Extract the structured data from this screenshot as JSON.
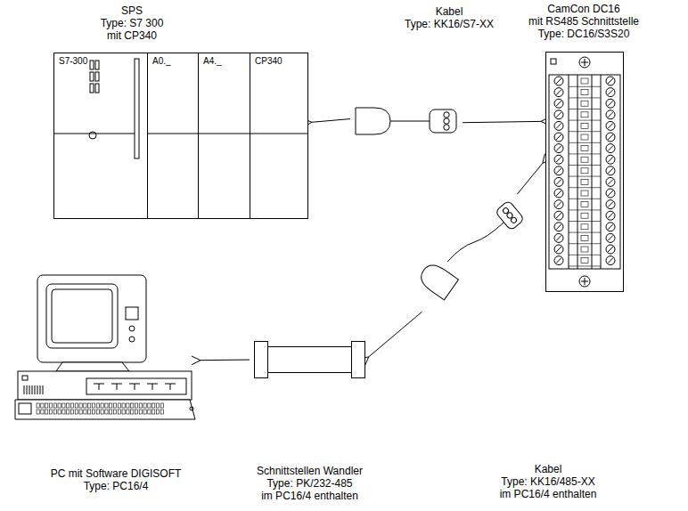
{
  "diagram": {
    "nodes": [
      {
        "text": [
          "SPS Type: S7 300 mit CP340"
        ]
      },
      {
        "text": [
          "S7-300"
        ],
        "in": 0
      },
      {
        "text": [
          "A0._"
        ],
        "in": 0
      },
      {
        "text": [
          "A4._"
        ],
        "in": 0
      },
      {
        "text": [
          "CP340"
        ],
        "in": 0
      },
      {
        "text": [
          "Kabel Type: KK16/S7-XX"
        ]
      },
      {
        "text": [
          "CamCon DC16 mit RS485 Schnittstelle Type: DC16/S3S20"
        ]
      },
      {
        "text": [
          "PC mit Software DIGISOFT Type: PC16/4"
        ]
      },
      {
        "text": [
          "Schnittstellen Wandler Type: PK/232-485 im PC16/4 enthalten"
        ]
      },
      {
        "text": [
          "Kabel Type: KK16/485-XX im PC16/4 enthalten"
        ]
      }
    ],
    "edges": [
      {
        "from": 5,
        "to": 0,
        "arrow": "to"
      },
      {
        "from": 5,
        "to": 6,
        "arrow": "to"
      },
      {
        "from": 9,
        "to": 6,
        "arrow": "to"
      },
      {
        "from": 9,
        "to": 8,
        "arrow": "to"
      },
      {
        "from": 8,
        "to": 7,
        "arrow": "to"
      }
    ]
  }
}
